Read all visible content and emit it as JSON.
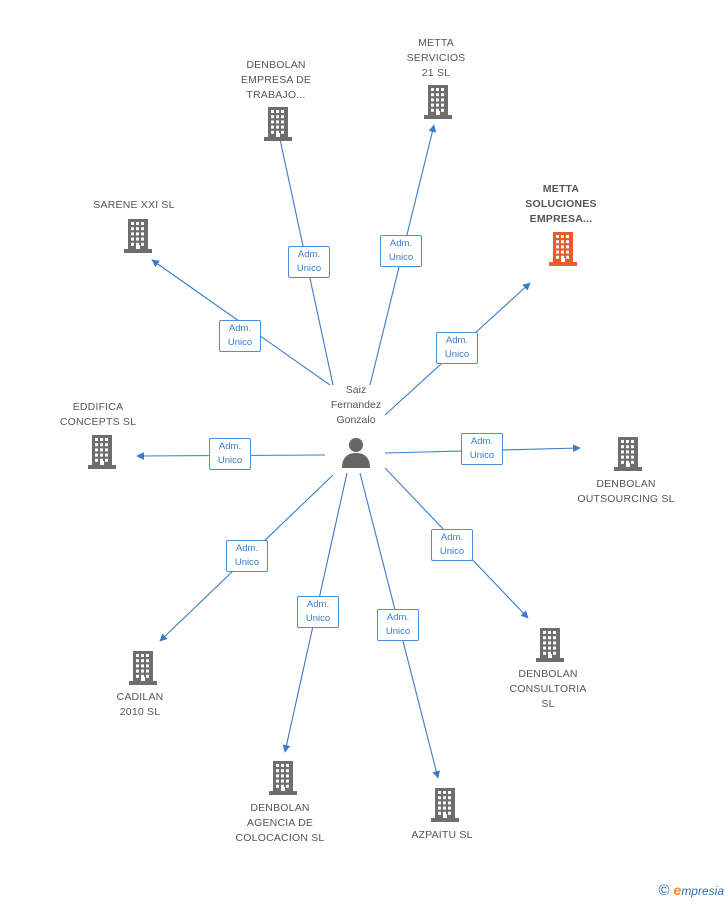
{
  "center": {
    "name": "Saiz\nFernandez\nGonzalo",
    "icon": "person-icon"
  },
  "colors": {
    "edge": "#3a7cc8",
    "building": "#6e6e6e",
    "highlight": "#f05a28"
  },
  "nodes": [
    {
      "id": "denbolan-trabajo",
      "label": "DENBOLAN\nEMPRESA DE\nTRABAJO...",
      "role": "Adm.\nUnico",
      "highlight": false
    },
    {
      "id": "metta-servicios",
      "label": "METTA\nSERVICIOS\n21  SL",
      "role": "Adm.\nUnico",
      "highlight": false
    },
    {
      "id": "metta-soluciones",
      "label": "METTA\nSOLUCIONES\nEMPRESA...",
      "role": "Adm.\nUnico",
      "highlight": true
    },
    {
      "id": "sarene",
      "label": "SARENE XXI SL",
      "role": "Adm.\nUnico",
      "highlight": false
    },
    {
      "id": "eddifica",
      "label": "EDDIFICA\nCONCEPTS SL",
      "role": "Adm.\nUnico",
      "highlight": false
    },
    {
      "id": "denbolan-outsourcing",
      "label": "DENBOLAN\nOUTSOURCING SL",
      "role": "Adm.\nUnico",
      "highlight": false
    },
    {
      "id": "denbolan-consultoria",
      "label": "DENBOLAN\nCONSULTORIA\nSL",
      "role": "Adm.\nUnico",
      "highlight": false
    },
    {
      "id": "cadilan",
      "label": "CADILAN\n2010 SL",
      "role": "Adm.\nUnico",
      "highlight": false
    },
    {
      "id": "denbolan-agencia",
      "label": "DENBOLAN\nAGENCIA DE\nCOLOCACION SL",
      "role": "Adm.\nUnico",
      "highlight": false
    },
    {
      "id": "azpaitu",
      "label": "AZPAITU SL",
      "role": "Adm.\nUnico",
      "highlight": false
    }
  ],
  "brand": {
    "copyright": "©",
    "name_first": "e",
    "name_rest": "mpresia"
  }
}
